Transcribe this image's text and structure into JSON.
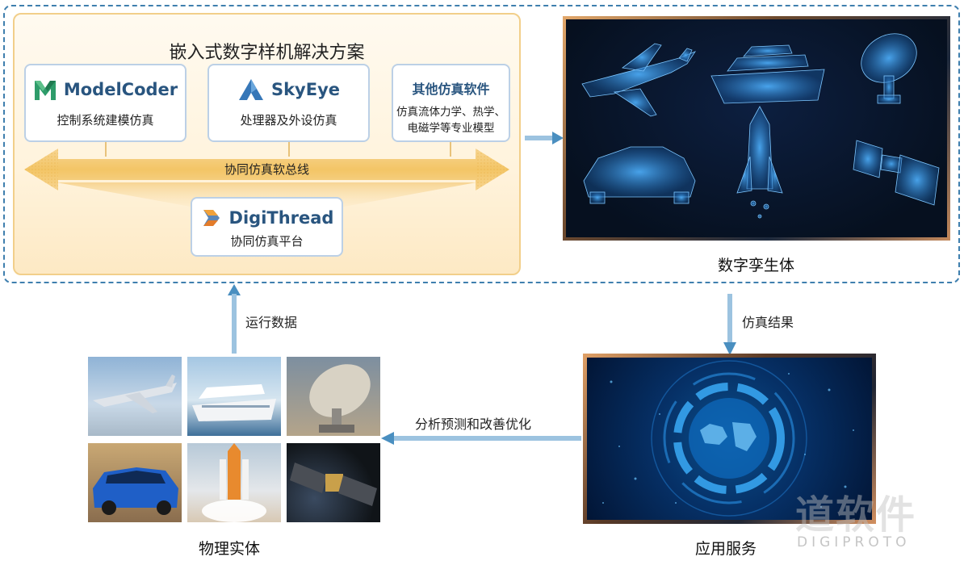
{
  "solution": {
    "title": "嵌入式数字样机解决方案",
    "modelcoder": {
      "brand": "ModelCoder",
      "subtitle": "控制系统建模仿真",
      "icon": "modelcoder-logo-icon",
      "color": "#29557f"
    },
    "skyeye": {
      "brand": "SkyEye",
      "subtitle": "处理器及外设仿真",
      "icon": "skyeye-logo-icon"
    },
    "other": {
      "title": "其他仿真软件",
      "desc_line1": "仿真流体力学、热学、",
      "desc_line2": "电磁学等专业模型"
    },
    "bus_label": "协同仿真软总线",
    "digithread": {
      "brand": "DigiThread",
      "subtitle": "协同仿真平台",
      "icon": "digithread-logo-icon"
    }
  },
  "twin": {
    "caption": "数字孪生体"
  },
  "app": {
    "caption": "应用服务"
  },
  "physical": {
    "caption": "物理实体"
  },
  "arrows": {
    "running_data": "运行数据",
    "sim_results": "仿真结果",
    "analysis": "分析预测和改善优化"
  },
  "watermark": {
    "cn": "道软件",
    "en": "DIGIPROTO"
  },
  "colors": {
    "frame": "#3f7fae",
    "accent_gold": "#f2cf8a",
    "brand_blue": "#29557f",
    "arrow": "#4a8fc0"
  }
}
